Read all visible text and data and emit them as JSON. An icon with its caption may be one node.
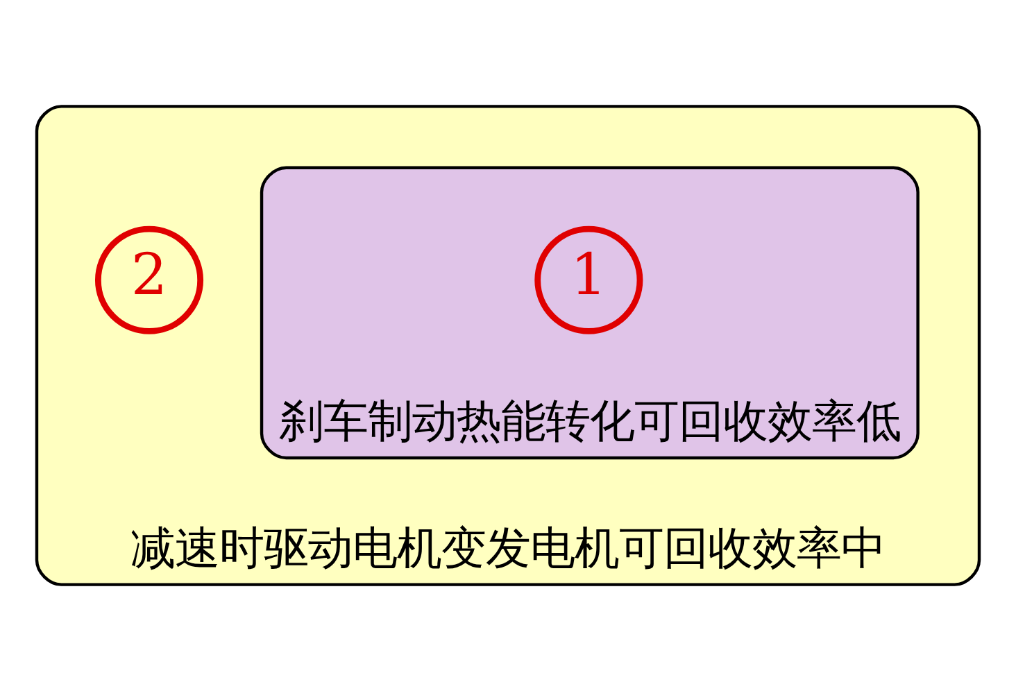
{
  "diagram": {
    "nodes": [
      {
        "text": [
          "减速时驱动电机变发电机可回收效率中"
        ]
      },
      {
        "text": [
          "刹车制动热能转化可回收效率低"
        ],
        "in": 0
      },
      {
        "text": [
          "1"
        ],
        "in": 1
      },
      {
        "text": [
          "2"
        ],
        "in": 0
      }
    ]
  }
}
